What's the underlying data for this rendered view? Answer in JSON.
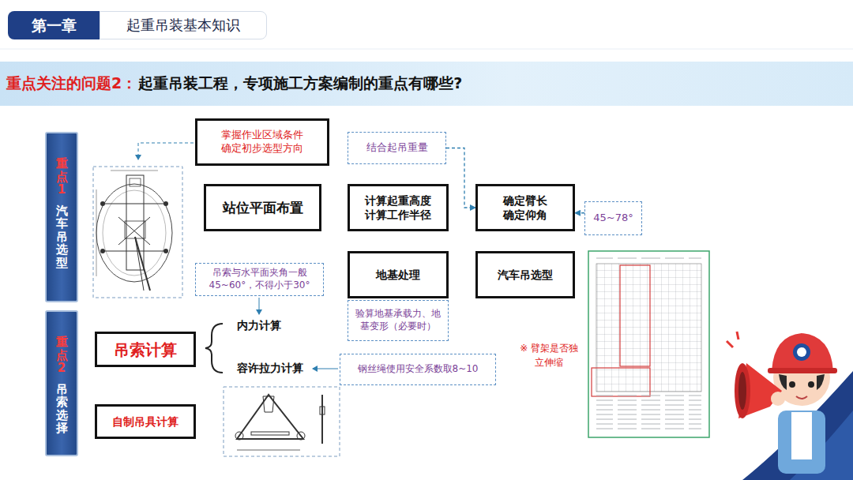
{
  "diagram": {
    "title": "起重吊装工程，专项施工方案编制的重点有哪些?",
    "nodes": [
      {
        "text": [
          "第一章"
        ]
      },
      {
        "text": [
          "起重吊装基本知识"
        ]
      },
      {
        "text": [
          "重点1",
          "汽车吊选型"
        ]
      },
      {
        "text": [
          "掌握作业区域条件 确定初步选型方向"
        ]
      },
      {
        "text": [
          "站位平面布置"
        ]
      },
      {
        "text": [
          "结合起吊重量"
        ]
      },
      {
        "text": [
          "计算起重高度 计算工作半径"
        ]
      },
      {
        "text": [
          "确定臂长 确定仰角"
        ]
      },
      {
        "text": [
          "45~78°"
        ]
      },
      {
        "text": [
          "地基处理"
        ]
      },
      {
        "text": [
          "验算地基承载力、地基变形（必要时）"
        ]
      },
      {
        "text": [
          "汽车吊选型"
        ]
      },
      {
        "text": [
          "重点2",
          "吊索选择"
        ]
      },
      {
        "text": [
          "吊索与水平面夹角一般45~60°，不得小于30°"
        ]
      },
      {
        "text": [
          "吊索计算"
        ]
      },
      {
        "text": [
          "钢丝绳使用安全系数取8~10"
        ]
      },
      {
        "text": [
          "自制吊具计算"
        ]
      }
    ],
    "edges": [
      {
        "from": 5,
        "to": 7,
        "arrow": "to"
      },
      {
        "from": 8,
        "to": 7,
        "arrow": "to"
      }
    ],
    "labels": [
      "重点关注的问题2：",
      "内力计算",
      "容许拉力计算",
      "※ 臂架是否独立伸缩"
    ]
  }
}
